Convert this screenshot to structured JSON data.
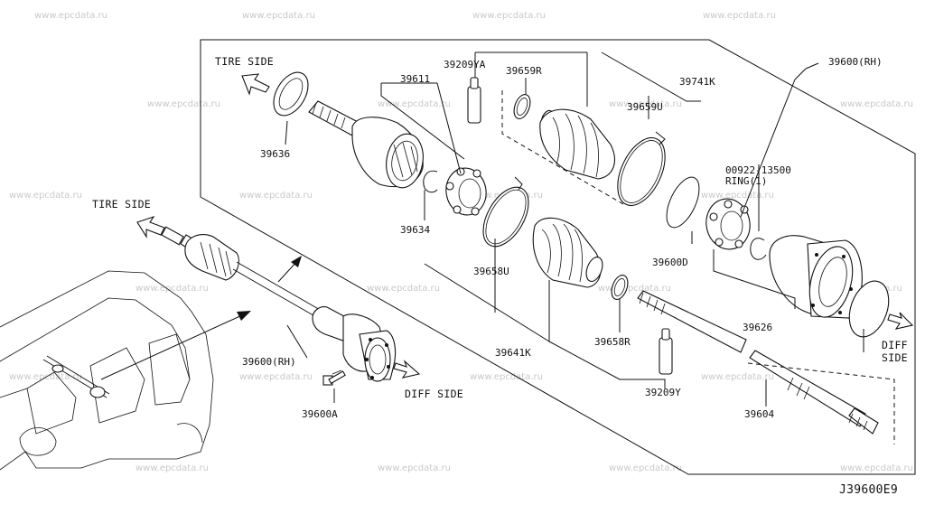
{
  "watermark": "www.epcdata.ru",
  "diagram_code": "J39600E9",
  "side_labels": {
    "tire_side_top": "TIRE SIDE",
    "tire_side_left": "TIRE SIDE",
    "diff_side_bottom": "DIFF SIDE",
    "diff_side_right_line1": "DIFF",
    "diff_side_right_line2": "SIDE"
  },
  "parts": {
    "p39600_rh_top": "39600(RH)",
    "p39611": "39611",
    "p39209ya": "39209YA",
    "p39659r": "39659R",
    "p39741k": "39741K",
    "p39636": "39636",
    "p39659u": "39659U",
    "p00922": "00922-13500",
    "ring": "RING(1)",
    "p39634": "39634",
    "p39600d": "39600D",
    "p39658u": "39658U",
    "p39626": "39626",
    "p39641k": "39641K",
    "p39658r": "39658R",
    "p39600_rh_assy": "39600(RH)",
    "p39209y": "39209Y",
    "p39604": "39604",
    "p39600a": "39600A"
  }
}
